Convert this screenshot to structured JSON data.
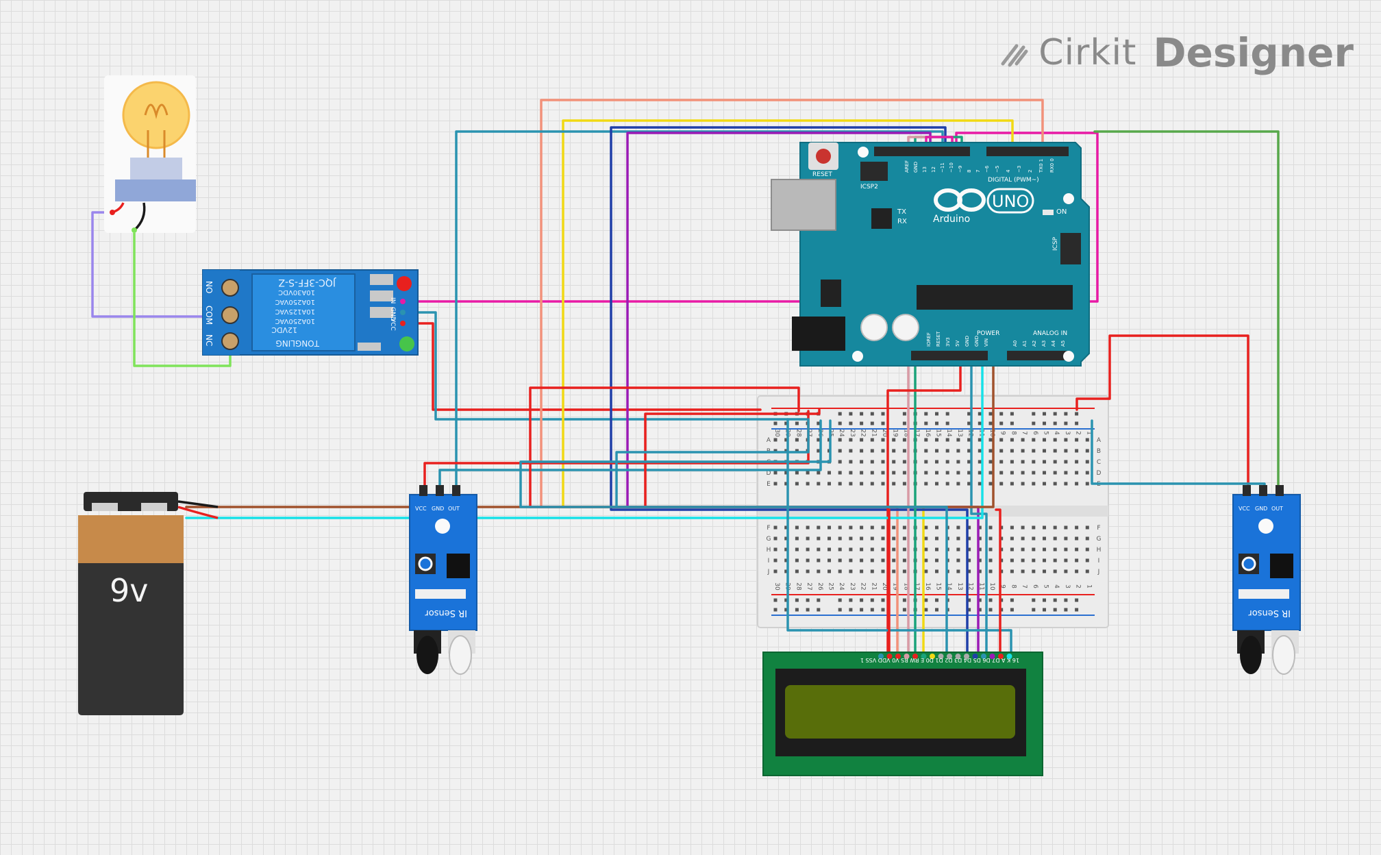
{
  "app": {
    "brand_part1": "Cirkit",
    "brand_part2": "Designer"
  },
  "battery": {
    "label": "9v"
  },
  "relay": {
    "model": "JQC-3FF-S-Z",
    "ratings": [
      "10A250VAC",
      "10A125VAC",
      "10A250VAC",
      "10A30VDC"
    ],
    "coil": "12VDC",
    "brand": "TONGLING",
    "terminals": [
      "NO",
      "COM",
      "NC"
    ],
    "pins": [
      "IN",
      "GND",
      "VCC"
    ]
  },
  "arduino": {
    "brand": "Arduino",
    "model": "UNO",
    "reset": "RESET",
    "icsp2": "ICSP2",
    "icsp": "ICSP",
    "on": "ON",
    "tx": "TX",
    "rx": "RX",
    "digital": "DIGITAL (PWM~)",
    "power": "POWER",
    "analog": "ANALOG IN",
    "digital_pins": [
      "AREF",
      "GND",
      "13",
      "12",
      "~11",
      "~10",
      "~9",
      "8",
      "7",
      "~6",
      "~5",
      "4",
      "~3",
      "2",
      "TX0 1",
      "RX0 0"
    ],
    "power_pins": [
      "IOREF",
      "RESET",
      "3V3",
      "5V",
      "GND",
      "GND",
      "VIN"
    ],
    "analog_pins": [
      "A0",
      "A1",
      "A2",
      "A3",
      "A4",
      "A5"
    ]
  },
  "ir_sensor": {
    "label": "IR Sensor",
    "pins": [
      "VCC",
      "GND",
      "OUT"
    ]
  },
  "breadboard": {
    "rows_top": [
      "A",
      "B",
      "C",
      "D",
      "E"
    ],
    "rows_bottom": [
      "F",
      "G",
      "H",
      "I",
      "J"
    ],
    "col_numbers": [
      "30",
      "29",
      "28",
      "27",
      "26",
      "25",
      "24",
      "23",
      "22",
      "21",
      "20",
      "19",
      "18",
      "17",
      "16",
      "15",
      "14",
      "13",
      "12",
      "11",
      "10",
      "9",
      "8",
      "7",
      "6",
      "5",
      "4",
      "3",
      "2",
      "1"
    ]
  },
  "lcd": {
    "pins": "16  K  A  D7 D6 D5 D4 D3 D2 D1 D0  E  RW RS  V0 VDD VSS  1"
  },
  "colors": {
    "red": "#e8201e",
    "brown": "#a0522d",
    "cyan": "#17e1e8",
    "teal": "#2a93b0",
    "salmon": "#f2917a",
    "yellow": "#f1d914",
    "navy": "#1f3fa8",
    "purple": "#9a1bb5",
    "magenta": "#e81aa5",
    "green": "#57a84a",
    "lightgreen": "#7fe35a",
    "lavender": "#9a86ec",
    "pink": "#d89aa5",
    "seagreen": "#1aa37a",
    "arduino_teal": "#16889e",
    "sensor_blue": "#1a73d9",
    "lcd_green": "#118240",
    "lcd_screen": "#586e0a"
  }
}
